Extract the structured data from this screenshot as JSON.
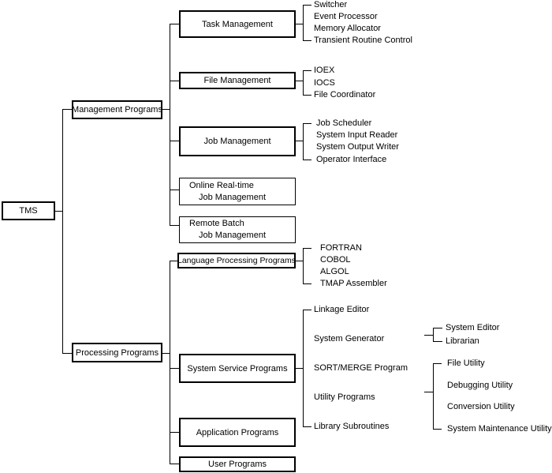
{
  "root": "TMS",
  "branches": {
    "management": {
      "label": "Management Programs",
      "task": {
        "label": "Task Management",
        "items": [
          "Switcher",
          "Event Processor",
          "Memory Allocator",
          "Transient Routine Control"
        ]
      },
      "file": {
        "label": "File Management",
        "items": [
          "IOEX",
          "IOCS",
          "File Coordinator"
        ]
      },
      "job": {
        "label": "Job Management",
        "items": [
          "Job Scheduler",
          "System Input Reader",
          "System Output Writer",
          "Operator Interface"
        ]
      },
      "online": {
        "line1": "Online Real-time",
        "line2": "Job Management"
      },
      "remote": {
        "line1": "Remote Batch",
        "line2": "Job Management"
      }
    },
    "processing": {
      "label": "Processing Programs",
      "language": {
        "label": "Language Processing Programs",
        "items": [
          "FORTRAN",
          "COBOL",
          "ALGOL",
          "TMAP Assembler"
        ]
      },
      "service": {
        "label": "System Service Programs",
        "items": [
          "Linkage Editor",
          "System Generator",
          "SORT/MERGE Program",
          "Utility Programs",
          "Library Subroutines"
        ],
        "generator_items": [
          "System Editor",
          "Librarian"
        ],
        "utility_items": [
          "File Utility",
          "Debugging Utility",
          "Conversion Utility",
          "System Maintenance Utility"
        ]
      },
      "application": {
        "label": "Application Programs"
      },
      "user": {
        "label": "User Programs"
      }
    }
  }
}
